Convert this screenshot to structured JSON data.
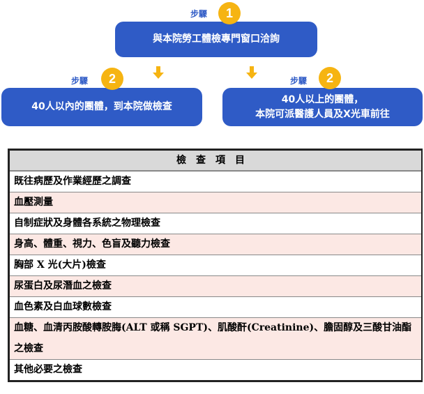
{
  "flow": {
    "step_label": "步驟",
    "step1": {
      "number": "1",
      "text": "與本院勞工體檢專門窗口洽詢"
    },
    "step2_left": {
      "number": "2",
      "text": "40人以內的團體，到本院做檢查"
    },
    "step2_right": {
      "number": "2",
      "line1": "40人以上的團體，",
      "line2": "本院可派醫護人員及X光車前往"
    }
  },
  "table": {
    "header": "檢查項目",
    "rows": [
      "既往病歷及作業經歷之調查",
      "血壓測量",
      "自制症狀及身體各系統之物理檢查",
      "身高、體重、視力、色盲及聽力檢查",
      "胸部 X 光(大片)檢查",
      "尿蛋白及尿潛血之檢查",
      "血色素及白血球數檢查",
      "血糖、血清丙胺酸轉胺脢(ALT 或稱 SGPT)、肌酸酐(Creatinine)、膽固醇及三酸甘油酯之檢查",
      "其他必要之檢查"
    ]
  },
  "colors": {
    "box": "#2f5bc6",
    "badge": "#f6b412",
    "pink_row": "#fce8e4",
    "header_bg": "#d9d9d9"
  }
}
